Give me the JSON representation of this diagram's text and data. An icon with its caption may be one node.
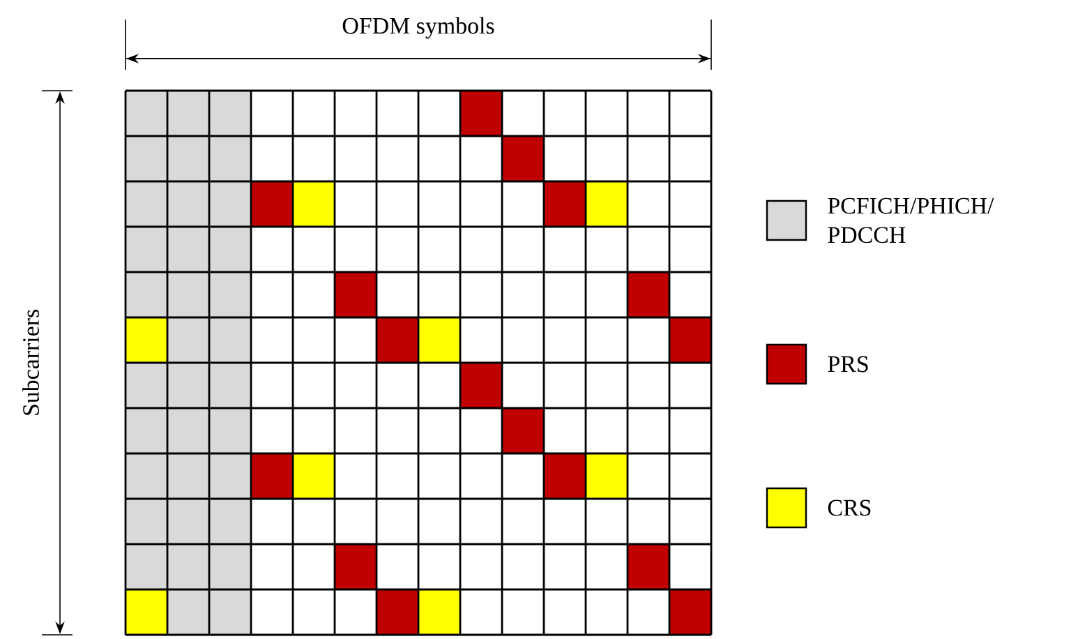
{
  "diagram": {
    "labels": [
      "OFDM symbols",
      "Subcarriers"
    ],
    "legend": [
      {
        "text": "PCFICH/PHICH/ PDCCH",
        "color": "#d9d9d9"
      },
      {
        "text": "PRS",
        "color": "#c00000"
      },
      {
        "text": "CRS",
        "color": "#ffff00"
      }
    ]
  }
}
